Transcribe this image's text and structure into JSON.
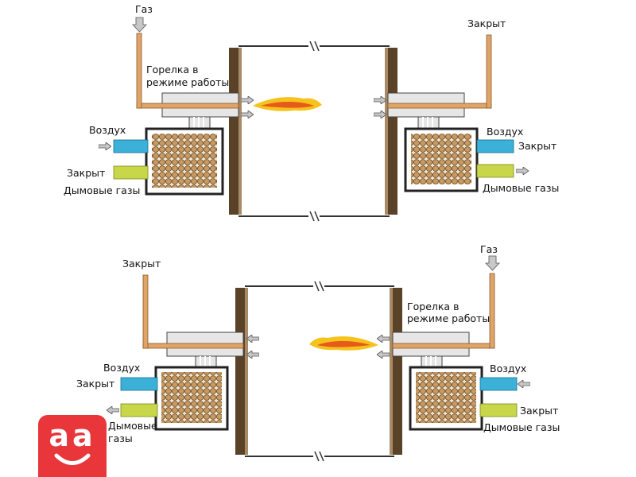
{
  "labels": {
    "top_gas": "Газ",
    "top_burner_line1": "Горелка в",
    "top_burner_line2": "режиме работы",
    "top_air_left": "Воздух",
    "top_closed_left": "Закрыт",
    "top_flue_left": "Дымовые газы",
    "top_closed_gas_right": "Закрыт",
    "top_air_right": "Воздух",
    "top_closed_right": "Закрыт",
    "top_flue_right": "Дымовые газы",
    "bottom_closed_gas_left": "Закрыт",
    "bottom_air_left": "Воздух",
    "bottom_closed_left": "Закрыт",
    "bottom_flue_left_line1": "Дымовые",
    "bottom_flue_left_line2": "газы",
    "bottom_gas": "Газ",
    "bottom_burner_line1": "Горелка в",
    "bottom_burner_line2": "режиме работы",
    "bottom_air_right": "Воздух",
    "bottom_closed_right": "Закрыт",
    "bottom_flue_right": "Дымовые газы"
  },
  "logo": {
    "text": "aa",
    "icon": "smile-logo-icon"
  },
  "colors": {
    "gas_pipe": "#e0a468",
    "air_duct": "#3bb0d8",
    "flue_duct": "#c8d64a",
    "furnace_wall": "#5a4228",
    "regenerator_fill": "#caa06a",
    "burner_body": "#e6e6e6",
    "flame_outer": "#f6c21c",
    "flame_inner": "#e65a1a",
    "logo_bg": "#e8363a"
  }
}
